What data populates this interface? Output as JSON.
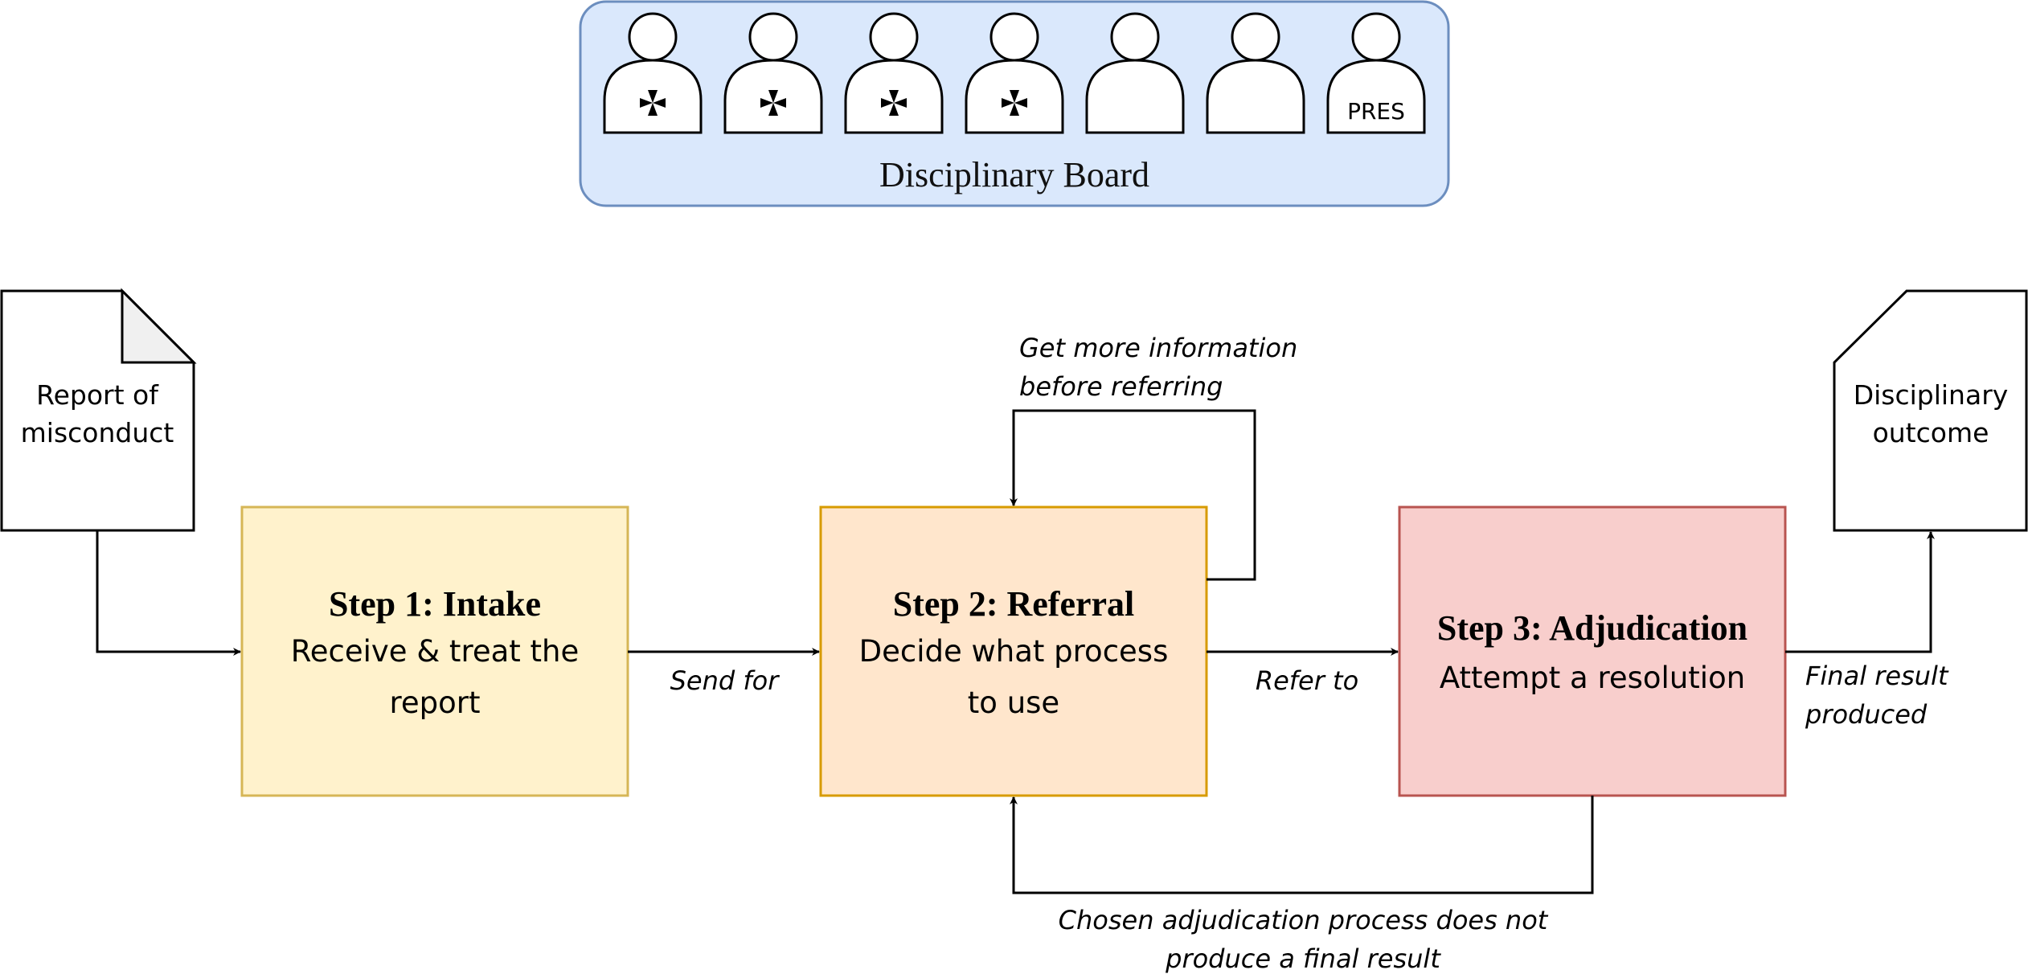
{
  "board": {
    "title": "Disciplinary Board",
    "members": [
      {
        "icon": "cross-icon",
        "label": ""
      },
      {
        "icon": "cross-icon",
        "label": ""
      },
      {
        "icon": "cross-icon",
        "label": ""
      },
      {
        "icon": "cross-icon",
        "label": ""
      },
      {
        "icon": "",
        "label": ""
      },
      {
        "icon": "",
        "label": ""
      },
      {
        "icon": "",
        "label": "PRES"
      }
    ],
    "fill": "#dae8fc",
    "stroke": "#6c8ebf"
  },
  "documents": {
    "input": {
      "line1": "Report of",
      "line2": "misconduct"
    },
    "output": {
      "line1": "Disciplinary",
      "line2": "outcome"
    }
  },
  "steps": [
    {
      "title": "Step 1: Intake",
      "line1": "Receive & treat the",
      "line2": "report",
      "fill": "#fff2cc",
      "stroke": "#d6b656"
    },
    {
      "title": "Step 2: Referral",
      "line1": "Decide what process",
      "line2": "to use",
      "fill": "#ffe6cc",
      "stroke": "#d79b00"
    },
    {
      "title": "Step 3: Adjudication",
      "line1": "Attempt a resolution",
      "line2": "",
      "fill": "#f8cecc",
      "stroke": "#b85450"
    }
  ],
  "edges": {
    "send_for": "Send for",
    "refer_to": "Refer to",
    "loop_line1": "Get more information",
    "loop_line2": "before referring",
    "final_line1": "Final result",
    "final_line2": "produced",
    "back_line1": "Chosen adjudication process does not",
    "back_line2": "produce a final result"
  }
}
